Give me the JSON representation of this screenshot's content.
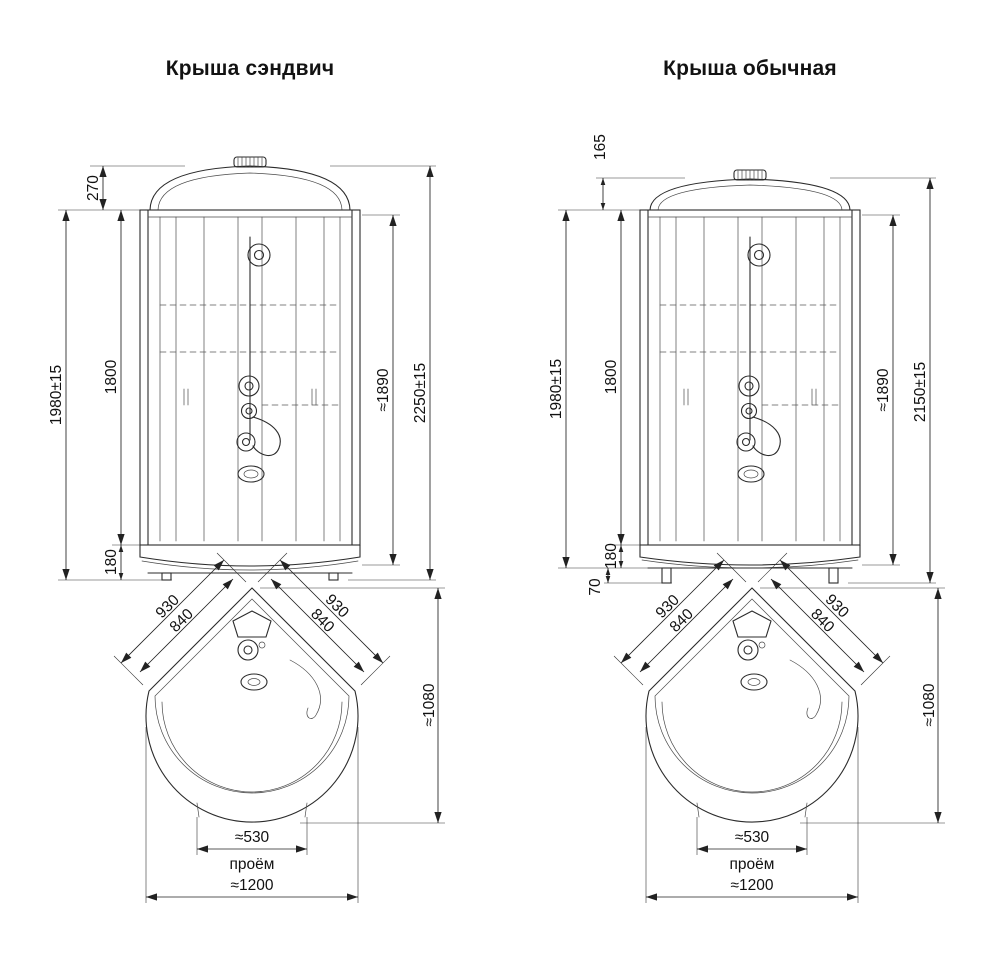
{
  "page": {
    "background": "#ffffff",
    "line_color": "#2b2b2b"
  },
  "columns": [
    {
      "title": "Крыша сэндвич",
      "elevation": {
        "roof_height": "270",
        "overall_height_left": "1980±15",
        "body_height": "1800",
        "tray_height": "180",
        "inner_height": "≈1890",
        "overall_height_right": "2250±15"
      },
      "plan": {
        "side_left_outer": "930",
        "side_left_inner": "840",
        "side_right_outer": "930",
        "side_right_inner": "840",
        "depth": "≈1080",
        "opening_width": "≈530",
        "opening_caption": "проём",
        "overall_width": "≈1200"
      }
    },
    {
      "title": "Крыша обычная",
      "elevation": {
        "roof_height": "165",
        "overall_height_left": "1980±15",
        "body_height": "1800",
        "tray_height": "180",
        "legs_height": "70",
        "inner_height": "≈1890",
        "overall_height_right": "2150±15"
      },
      "plan": {
        "side_left_outer": "930",
        "side_left_inner": "840",
        "side_right_outer": "930",
        "side_right_inner": "840",
        "depth": "≈1080",
        "opening_width": "≈530",
        "opening_caption": "проём",
        "overall_width": "≈1200"
      }
    }
  ]
}
